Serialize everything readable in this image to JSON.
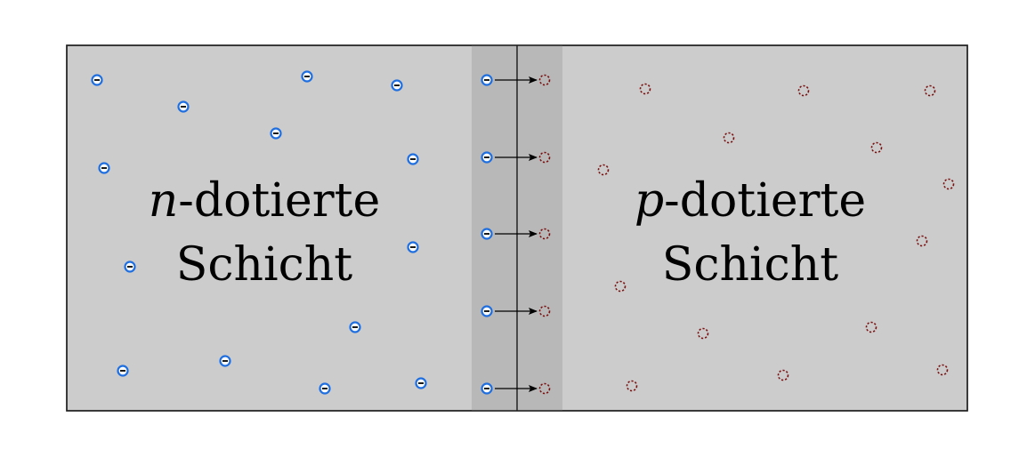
{
  "regions": {
    "n_layer": {
      "variable": "n",
      "line1_rest": "-dotierte",
      "line2": "Schicht"
    },
    "p_layer": {
      "variable": "p",
      "line1_rest": "-dotierte",
      "line2": "Schicht"
    }
  },
  "symbols": {
    "electron_icon": "minus-in-circle-icon",
    "hole_icon": "dashed-circle-icon",
    "arrow_icon": "arrow-right-icon"
  },
  "colors": {
    "background_region": "#cccccc",
    "depletion_zone": "#b8b8b8",
    "border": "#222222",
    "electron": "#1f6fe0",
    "hole": "#7a1010",
    "arrow": "#000000"
  }
}
